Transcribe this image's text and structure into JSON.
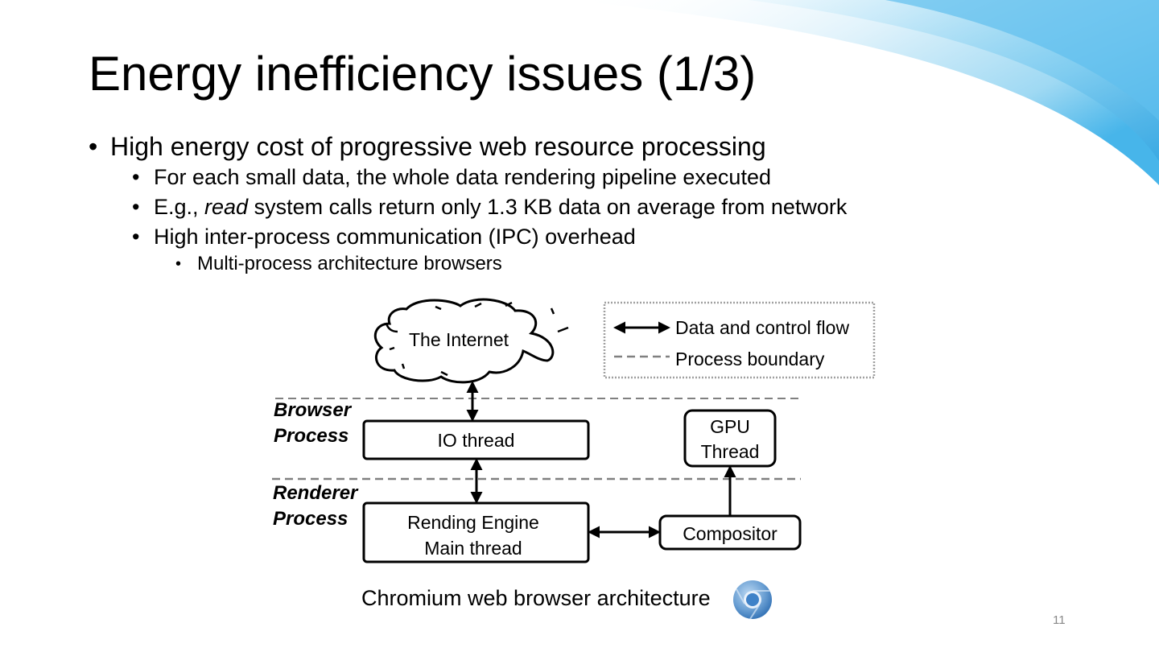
{
  "slide": {
    "title": "Energy inefficiency issues (1/3)",
    "page_number": "11"
  },
  "bullets": [
    {
      "level": 1,
      "text": "High energy cost of progressive web resource processing"
    },
    {
      "level": 2,
      "text": "For each small data, the whole data rendering pipeline executed"
    },
    {
      "level": 2,
      "prefix": "E.g., ",
      "emphasis": "read",
      "suffix": " system calls return only 1.3 KB data on average from network"
    },
    {
      "level": 2,
      "text": "High inter-process communication (IPC) overhead"
    },
    {
      "level": 3,
      "text": "Multi-process architecture browsers"
    }
  ],
  "diagram": {
    "cloud_label": "The Internet",
    "legend": {
      "flow_label": "Data and control flow",
      "boundary_label": "Process boundary"
    },
    "browser_process": {
      "line1": "Browser",
      "line2": "Process"
    },
    "renderer_process": {
      "line1": "Renderer",
      "line2": "Process"
    },
    "io_thread": "IO thread",
    "gpu_thread": {
      "line1": "GPU",
      "line2": "Thread"
    },
    "rendering_engine": {
      "line1": "Rending Engine",
      "line2": "Main thread"
    },
    "compositor": "Compositor",
    "caption": "Chromium web browser architecture"
  },
  "icons": {
    "logo": "chrome-logo-icon"
  },
  "colors": {
    "swoosh_light": "#dff2fb",
    "swoosh_mid": "#9fd9f3",
    "swoosh_dark": "#47b5ea",
    "boundary_dash": "#808080",
    "legend_border": "#a0a0a0"
  }
}
